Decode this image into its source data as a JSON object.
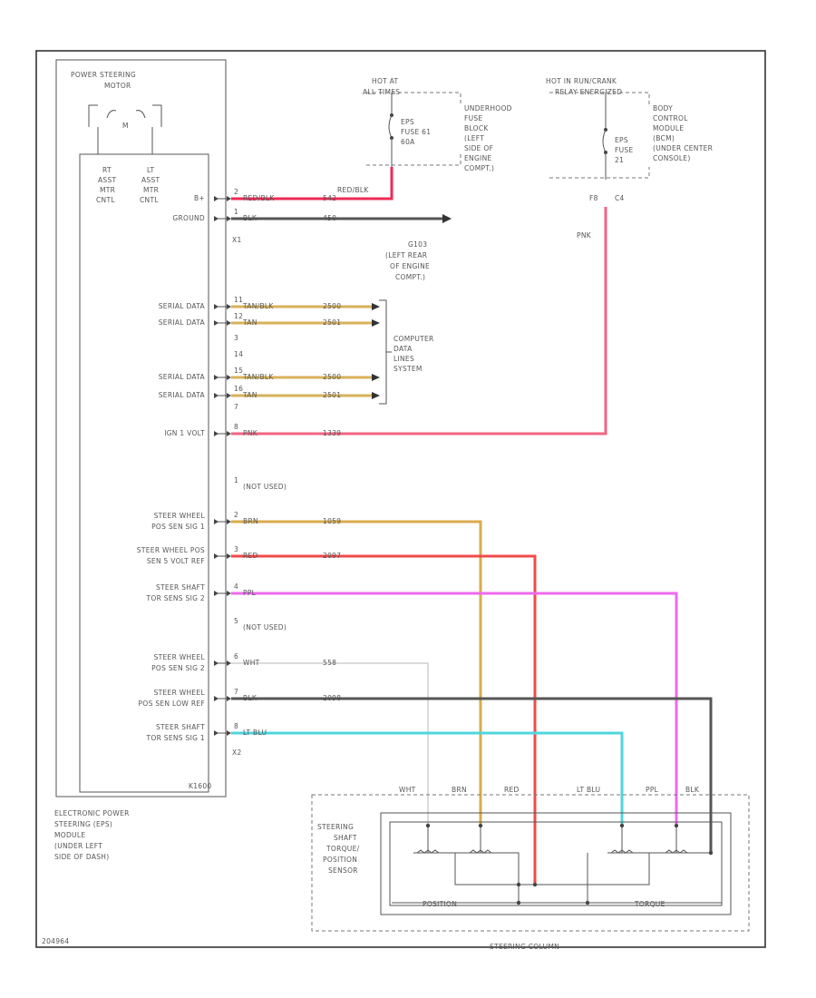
{
  "module": {
    "motor_title_1": "POWER STEERING",
    "motor_title_2": "MOTOR",
    "motor_symbol": "M",
    "rt_col": [
      "RT",
      "ASST",
      "MTR",
      "CNTL"
    ],
    "lt_col": [
      "LT",
      "ASST",
      "MTR",
      "CNTL"
    ],
    "part_no": "K1600",
    "name_lines": [
      "ELECTRONIC POWER",
      "STEERING (EPS)",
      "MODULE",
      "(UNDER LEFT",
      "SIDE OF DASH)"
    ]
  },
  "hot_at_all_times": {
    "label_1": "HOT AT",
    "label_2": "ALL TIMES",
    "fuse_lines": [
      "EPS",
      "FUSE 61",
      "60A"
    ],
    "block_lines": [
      "UNDERHOOD",
      "FUSE",
      "BLOCK",
      "(LEFT",
      "SIDE OF",
      "ENGINE",
      "COMPT.)"
    ]
  },
  "hot_in_run": {
    "label_1": "HOT IN RUN/CRANK",
    "label_2": "RELAY ENERGIZED",
    "fuse_lines": [
      "EPS",
      "FUSE",
      "21"
    ],
    "bcm_lines": [
      "BODY",
      "CONTROL",
      "MODULE",
      "(BCM)",
      "(UNDER CENTER",
      "CONSOLE)"
    ],
    "conn_left": "F8",
    "conn_right": "C4",
    "wire_color": "PNK"
  },
  "ground": {
    "id": "G103",
    "lines": [
      "(LEFT REAR",
      "OF ENGINE",
      "COMPT.)"
    ]
  },
  "power_wire_label": "RED/BLK",
  "connector_x1": "X1",
  "connector_x2": "X2",
  "cdls_lines": [
    "COMPUTER",
    "DATA",
    "LINES",
    "SYSTEM"
  ],
  "pins": [
    {
      "pin": "2",
      "label": [
        "B+"
      ],
      "color": "RED/BLK",
      "circuit": "542",
      "wire": "#ee2a55"
    },
    {
      "pin": "1",
      "label": [
        "GROUND"
      ],
      "color": "BLK",
      "circuit": "450",
      "wire": "#555555"
    },
    {
      "pin": "11",
      "label": [
        "SERIAL DATA"
      ],
      "color": "TAN/BLK",
      "circuit": "2500",
      "wire": "#d8b25a"
    },
    {
      "pin": "12",
      "label": [
        "SERIAL DATA"
      ],
      "color": "TAN",
      "circuit": "2501",
      "wire": "#d8b25a"
    },
    {
      "pin": "3",
      "label": [],
      "color": "",
      "circuit": "",
      "wire": ""
    },
    {
      "pin": "14",
      "label": [],
      "color": "",
      "circuit": "",
      "wire": ""
    },
    {
      "pin": "15",
      "label": [
        "SERIAL DATA"
      ],
      "color": "TAN/BLK",
      "circuit": "2500",
      "wire": "#d8b25a"
    },
    {
      "pin": "16",
      "label": [
        "SERIAL DATA"
      ],
      "color": "TAN",
      "circuit": "2501",
      "wire": "#d8b25a"
    },
    {
      "pin": "7",
      "label": [],
      "color": "",
      "circuit": "",
      "wire": ""
    },
    {
      "pin": "8",
      "label": [
        "IGN 1 VOLT"
      ],
      "color": "PNK",
      "circuit": "1339",
      "wire": "#f06482"
    },
    {
      "pin": "1",
      "label": [],
      "color": "(NOT USED)",
      "circuit": "",
      "wire": ""
    },
    {
      "pin": "2",
      "label": [
        "STEER WHEEL",
        "POS SEN SIG 1"
      ],
      "color": "BRN",
      "circuit": "1059",
      "wire": "#d9ab4c"
    },
    {
      "pin": "3",
      "label": [
        "STEER WHEEL POS",
        "SEN 5 VOLT REF"
      ],
      "color": "RED",
      "circuit": "2097",
      "wire": "#f04a4a"
    },
    {
      "pin": "4",
      "label": [
        "STEER SHAFT",
        "TOR SENS SIG 2"
      ],
      "color": "PPL",
      "circuit": "",
      "wire": "#ee6aee"
    },
    {
      "pin": "5",
      "label": [],
      "color": "(NOT USED)",
      "circuit": "",
      "wire": ""
    },
    {
      "pin": "6",
      "label": [
        "STEER WHEEL",
        "POS SEN SIG 2"
      ],
      "color": "WHT",
      "circuit": "558",
      "wire": "#cfcfcf"
    },
    {
      "pin": "7",
      "label": [
        "STEER WHEEL",
        "POS SEN LOW REF"
      ],
      "color": "BLK",
      "circuit": "2098",
      "wire": "#555555"
    },
    {
      "pin": "8",
      "label": [
        "STEER SHAFT",
        "TOR SENS SIG 1"
      ],
      "color": "LT BLU",
      "circuit": "",
      "wire": "#4fd6dc"
    }
  ],
  "sensor": {
    "lines": [
      "STEERING",
      "SHAFT",
      "TORQUE/",
      "POSITION",
      "SENSOR"
    ],
    "position_label": "POSITION",
    "torque_label": "TORQUE",
    "wires": [
      "WHT",
      "BRN",
      "RED",
      "LT BLU",
      "PPL",
      "BLK"
    ],
    "column_label": "STEERING COLUMN"
  },
  "doc_id": "204964"
}
